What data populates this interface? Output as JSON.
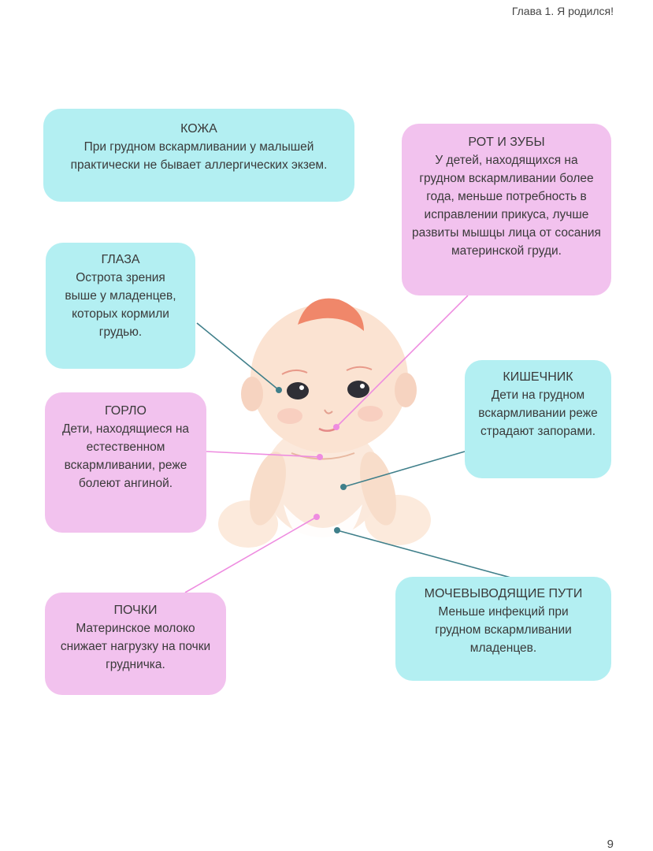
{
  "page": {
    "header": "Глава 1. Я родился!",
    "page_number": "9"
  },
  "boxes": {
    "skin": {
      "title": "КОЖА",
      "text": "При грудном вскармливании у малышей практически не бывает аллергических экзем."
    },
    "mouth": {
      "title": "РОТ И ЗУБЫ",
      "text": "У детей, находящихся на грудном вскармливании более года, меньше потребность в исправлении прикуса, лучше развиты мышцы лица от сосания материнской груди."
    },
    "eyes": {
      "title": "ГЛАЗА",
      "text": "Острота зрения выше у младенцев, которых кормили грудью."
    },
    "throat": {
      "title": "ГОРЛО",
      "text": "Дети, находящиеся на естественном вскармливании, реже болеют ангиной."
    },
    "gut": {
      "title": "КИШЕЧНИК",
      "text": "Дети на грудном вскармливании реже страдают запорами."
    },
    "kidneys": {
      "title": "ПОЧКИ",
      "text": "Материнское молоко снижает нагрузку на почки грудничка."
    },
    "urinary": {
      "title": "МОЧЕВЫВОДЯЩИЕ ПУТИ",
      "text": "Меньше инфекций при грудном вскармливании младенцев."
    }
  },
  "colors": {
    "cyan_box": "#b3eff2",
    "pink_box": "#f2c2ee",
    "teal_line": "#3f7f8a",
    "pink_line": "#ee8ce0"
  }
}
